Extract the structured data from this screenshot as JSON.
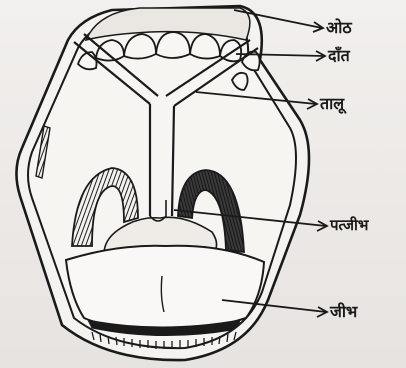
{
  "diagram": {
    "labels": {
      "lips": "ओठ",
      "teeth": "दाँत",
      "palate": "तालू",
      "uvula": "पत्जीभ",
      "tongue": "जीभ"
    }
  }
}
